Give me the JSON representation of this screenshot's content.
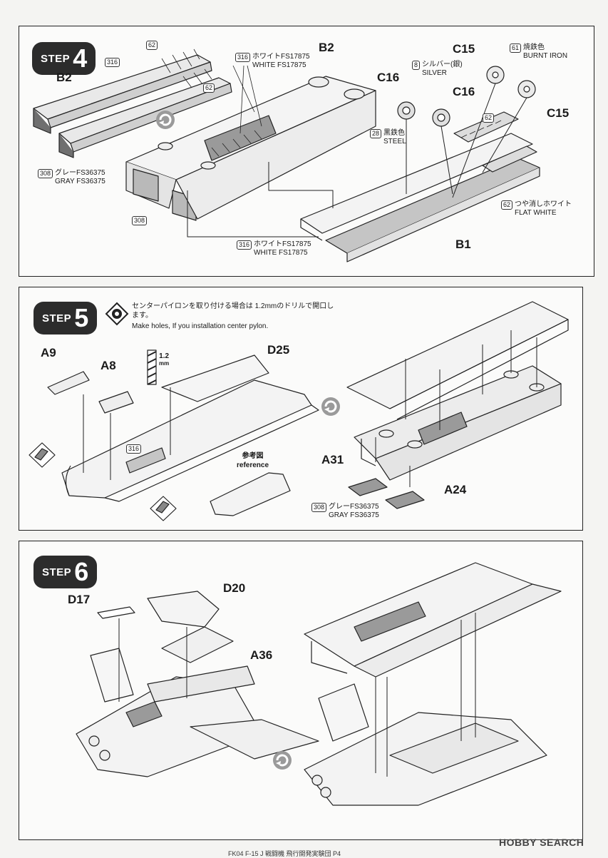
{
  "steps": [
    {
      "step_word": "STEP",
      "number": "4",
      "parts": [
        "B2",
        "B2",
        "C16",
        "C16",
        "C15",
        "C15",
        "B1"
      ],
      "paints": [
        {
          "code": "316",
          "names": [
            "ホワイトFS17875",
            "WHITE FS17875"
          ]
        },
        {
          "code": "8",
          "names": [
            "シルバー(銀)",
            "SILVER"
          ]
        },
        {
          "code": "61",
          "names": [
            "焼鉄色",
            "BURNT IRON"
          ]
        },
        {
          "code": "28",
          "names": [
            "黒鉄色",
            "STEEL"
          ]
        },
        {
          "code": "308",
          "names": [
            "グレーFS36375",
            "GRAY FS36375"
          ]
        },
        {
          "code": "62",
          "names": [
            "つや消しホワイト",
            "FLAT WHITE"
          ]
        },
        {
          "code": "316",
          "names": [
            "ホワイトFS17875",
            "WHITE FS17875"
          ]
        }
      ],
      "callout_codes": [
        "62",
        "316",
        "62",
        "308",
        "62"
      ]
    },
    {
      "step_word": "STEP",
      "number": "5",
      "note_ja": "センターパイロンを取り付ける場合は 1.2mmのドリルで開口します。",
      "note_en": "Make holes, If you installation center pylon.",
      "drill_size": "1.2",
      "drill_unit": "mm",
      "parts": [
        "A9",
        "A8",
        "D25",
        "A31",
        "A24"
      ],
      "reference_ja": "参考図",
      "reference_en": "reference",
      "paints": [
        {
          "code": "308",
          "names": [
            "グレーFS36375",
            "GRAY FS36375"
          ]
        }
      ],
      "callout_codes": [
        "316"
      ]
    },
    {
      "step_word": "STEP",
      "number": "6",
      "parts": [
        "D17",
        "D20",
        "A36"
      ]
    }
  ],
  "footer": "FK04 F-15 J 戦闘機 飛行開発実験団 P4",
  "watermark": "HOBBY SEARCH",
  "colors": {
    "badge": "#2c2c2c",
    "line": "#222222",
    "gray_part": "#b9b9b9",
    "dark_part": "#6f6f6f"
  }
}
